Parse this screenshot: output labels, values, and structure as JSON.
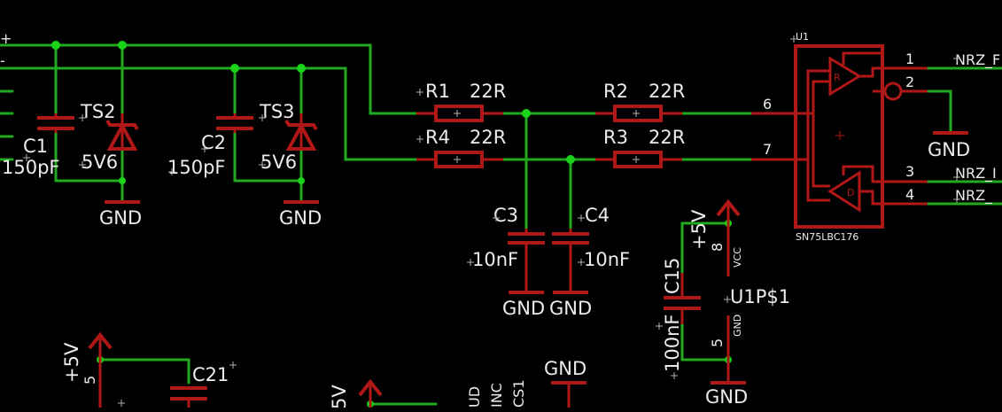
{
  "colors": {
    "background": "#000000",
    "wire": "#1faa1f",
    "junction": "#19d219",
    "part": "#b01818",
    "text": "#ececec"
  },
  "nets": {
    "plus": "+",
    "minus": "-",
    "nrz_1": "NRZ_F",
    "nrz_3": "NRZ_I",
    "nrz_4": "NRZ_"
  },
  "parts": {
    "c1": {
      "name": "C1",
      "value": "150pF"
    },
    "c2": {
      "name": "C2",
      "value": "150pF"
    },
    "ts2": {
      "name": "TS2",
      "value": "5V6"
    },
    "ts3": {
      "name": "TS3",
      "value": "5V6"
    },
    "r1": {
      "name": "R1",
      "value": "22R"
    },
    "r2": {
      "name": "R2",
      "value": "22R"
    },
    "r3": {
      "name": "R3",
      "value": "22R"
    },
    "r4": {
      "name": "R4",
      "value": "22R"
    },
    "c3": {
      "name": "C3",
      "value": "10nF"
    },
    "c4": {
      "name": "C4",
      "value": "10nF"
    },
    "c15": {
      "name": "C15",
      "value": "100nF"
    },
    "c21": {
      "name": "C21"
    },
    "u1": {
      "name": "U1",
      "value": "SN75LBC176",
      "receiver": "R",
      "driver": "D"
    },
    "u1p": {
      "name": "U1P$1",
      "vcc_pin": "VCC",
      "gnd_pin": "GND"
    }
  },
  "pins": {
    "u1_p1": "1",
    "u1_p2": "2",
    "u1_p3": "3",
    "u1_p4": "4",
    "u1_p6": "6",
    "u1_p7": "7",
    "u1p_p8": "8",
    "u1p_p5": "5",
    "bl_p5": "5"
  },
  "supplies": {
    "gnd": "GND",
    "plus5v": "+5V",
    "plus5v_cut": "5V"
  },
  "bottom_pins": {
    "ud": "UD",
    "inc": "INC",
    "cs": "CS1"
  }
}
